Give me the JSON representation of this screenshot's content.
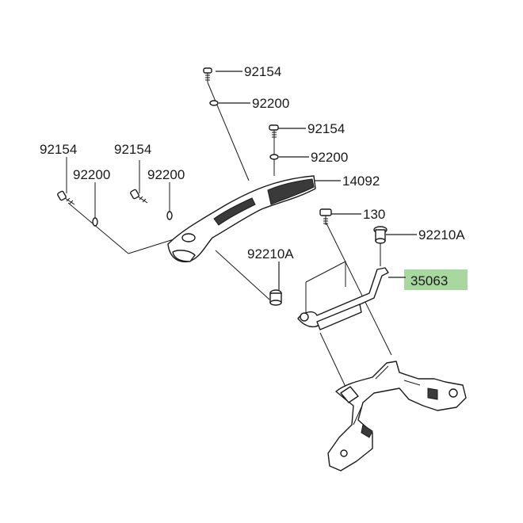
{
  "labels": {
    "p92154_top": "92154",
    "p92200_top": "92200",
    "p92154_mid": "92154",
    "p92200_mid": "92200",
    "p14092": "14092",
    "p130": "130",
    "p92210A_right": "92210A",
    "p35063": "35063",
    "p92210A_left": "92210A",
    "p92154_farleft": "92154",
    "p92200_farleft": "92200",
    "p92154_left": "92154",
    "p92200_left": "92200"
  },
  "highlight_color": "#a8d8a0",
  "highlighted_part": "35063"
}
